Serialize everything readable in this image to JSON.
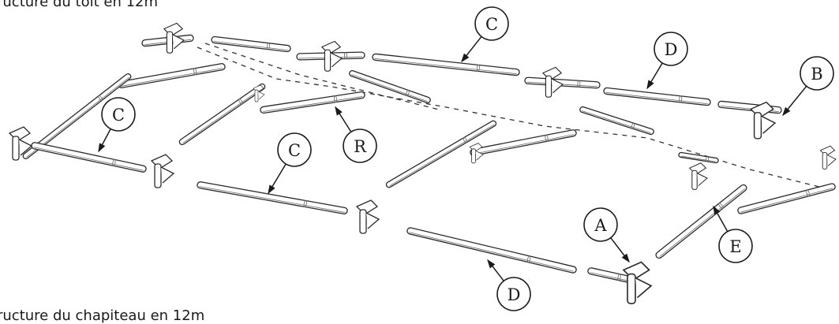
{
  "captions": {
    "top": "ructure du toit en 12m",
    "bottom": "ructure du chapiteau en 12m"
  },
  "callouts": [
    {
      "id": "c1",
      "letter": "C"
    },
    {
      "id": "d1",
      "letter": "D"
    },
    {
      "id": "b1",
      "letter": "B"
    },
    {
      "id": "c2",
      "letter": "C"
    },
    {
      "id": "c3",
      "letter": "C"
    },
    {
      "id": "r1",
      "letter": "R"
    },
    {
      "id": "a1",
      "letter": "A"
    },
    {
      "id": "e1",
      "letter": "E"
    },
    {
      "id": "d2",
      "letter": "D"
    }
  ]
}
